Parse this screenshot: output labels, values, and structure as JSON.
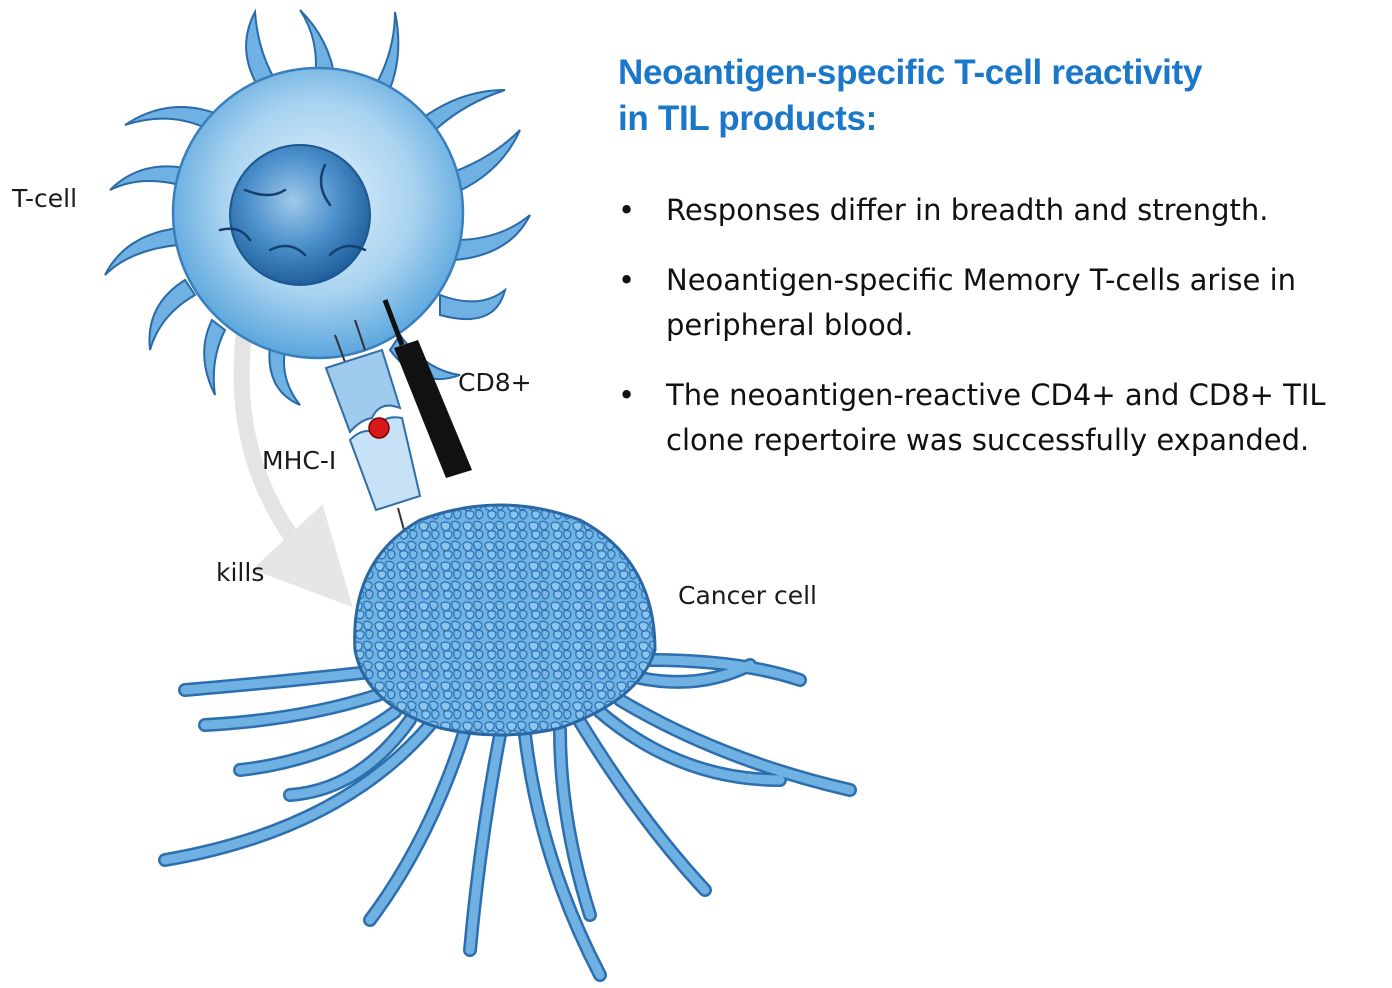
{
  "heading": {
    "line1": "Neoantigen-specific T-cell reactivity",
    "line2": "in TIL products:"
  },
  "bullets": [
    {
      "line1": "Responses differ in breadth and strength.",
      "line2": ""
    },
    {
      "line1": "Neoantigen-specific Memory T-cells arise in",
      "line2": "peripheral blood."
    },
    {
      "line1": "The neoantigen-reactive CD4+ and CD8+ TIL",
      "line2": "clone repertoire was successfully expanded."
    }
  ],
  "bullet_marker": "•",
  "labels": {
    "t_cell": "T-cell",
    "cd8": "CD8+",
    "mhc": "MHC-I",
    "kills": "kills",
    "cancer_cell": "Cancer cell"
  },
  "colors": {
    "heading": "#1b78c9",
    "cell_blue": "#5aa6dd",
    "cell_dark": "#1f5f9c",
    "antigen": "#d61818"
  }
}
